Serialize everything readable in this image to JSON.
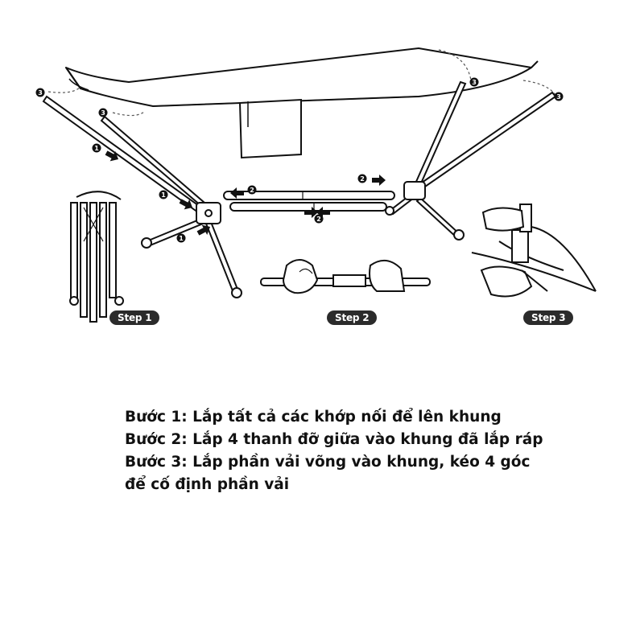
{
  "steps": [
    {
      "badge": "Step 1"
    },
    {
      "badge": "Step 2"
    },
    {
      "badge": "Step 3"
    }
  ],
  "markers": [
    "1",
    "2",
    "3"
  ],
  "instructions": [
    "Bước 1: Lắp tất cả các khớp nối để lên khung",
    "Bước 2: Lắp 4 thanh đỡ giữa vào khung đã lắp ráp",
    "Bước 3: Lắp phần vải võng vào khung, kéo 4 góc",
    "để cố định phần vải"
  ]
}
